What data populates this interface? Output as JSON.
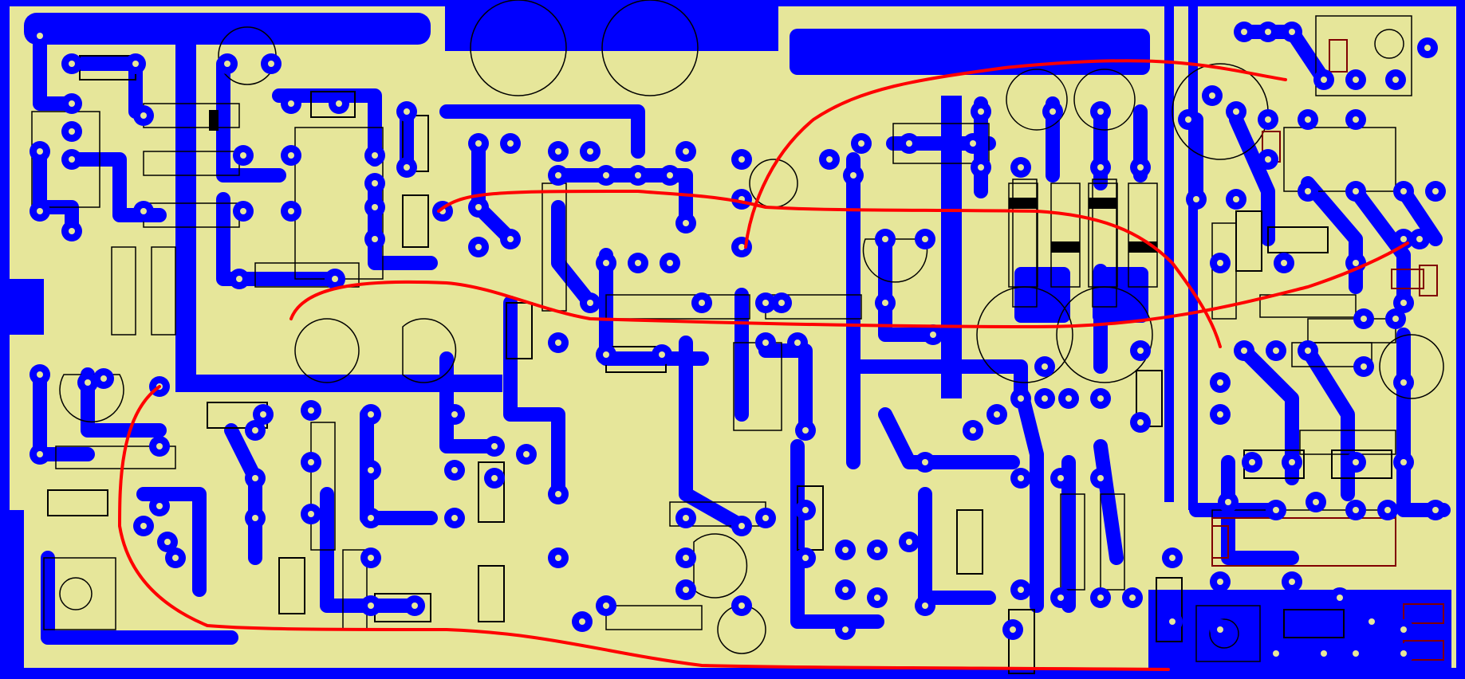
{
  "colors": {
    "background": "#e6e69a",
    "copper": "#0000ff",
    "pad": "#0000ff",
    "pad_hole": "#e6e69a",
    "silkscreen": "#000000",
    "silkscreen_alt": "#800000",
    "jumper_wire": "#ff0000"
  },
  "board": {
    "type": "pcb-copper-layout",
    "components_outline_color": "silkscreen",
    "jumper_count": 4
  }
}
